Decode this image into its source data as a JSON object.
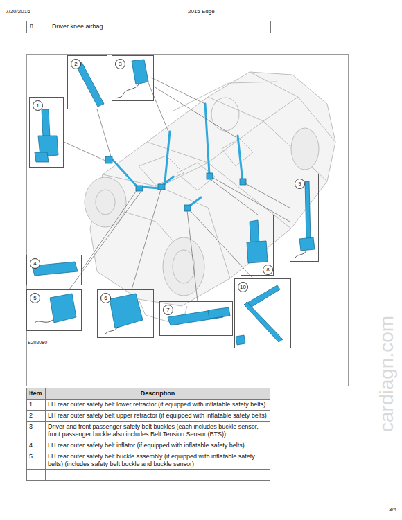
{
  "diagram": {
    "nodes": [
      {
        "text": [
          "1"
        ]
      },
      {
        "text": [
          "2"
        ]
      },
      {
        "text": [
          "3"
        ]
      },
      {
        "text": [
          "4"
        ]
      },
      {
        "text": [
          "5"
        ]
      },
      {
        "text": [
          "6"
        ]
      },
      {
        "text": [
          "7"
        ]
      },
      {
        "text": [
          "8"
        ]
      },
      {
        "text": [
          "9"
        ]
      },
      {
        "text": [
          "10"
        ]
      }
    ],
    "labels": [
      "7/30/2016",
      "2015 Edge",
      "8",
      "Driver knee airbag",
      "E202080",
      "cardiagn.com",
      "Item",
      "Description",
      "1",
      "LH rear outer safety belt lower retractor (if equipped with inflatable safety belts)",
      "2",
      "LH rear outer safety belt upper retractor (if equipped with inflatable safety belts)",
      "3",
      "Driver and front passenger safety belt buckles (each includes buckle sensor, front passenger buckle also includes Belt Tension Sensor (BTS))",
      "4",
      "LH rear outer safety belt inflator (if equipped with inflatable safety belts)",
      "5",
      "LH rear outer safety belt buckle assembly (if equipped with inflatable safety belts) (includes safety belt buckle and buckle sensor)",
      "3/4"
    ]
  }
}
